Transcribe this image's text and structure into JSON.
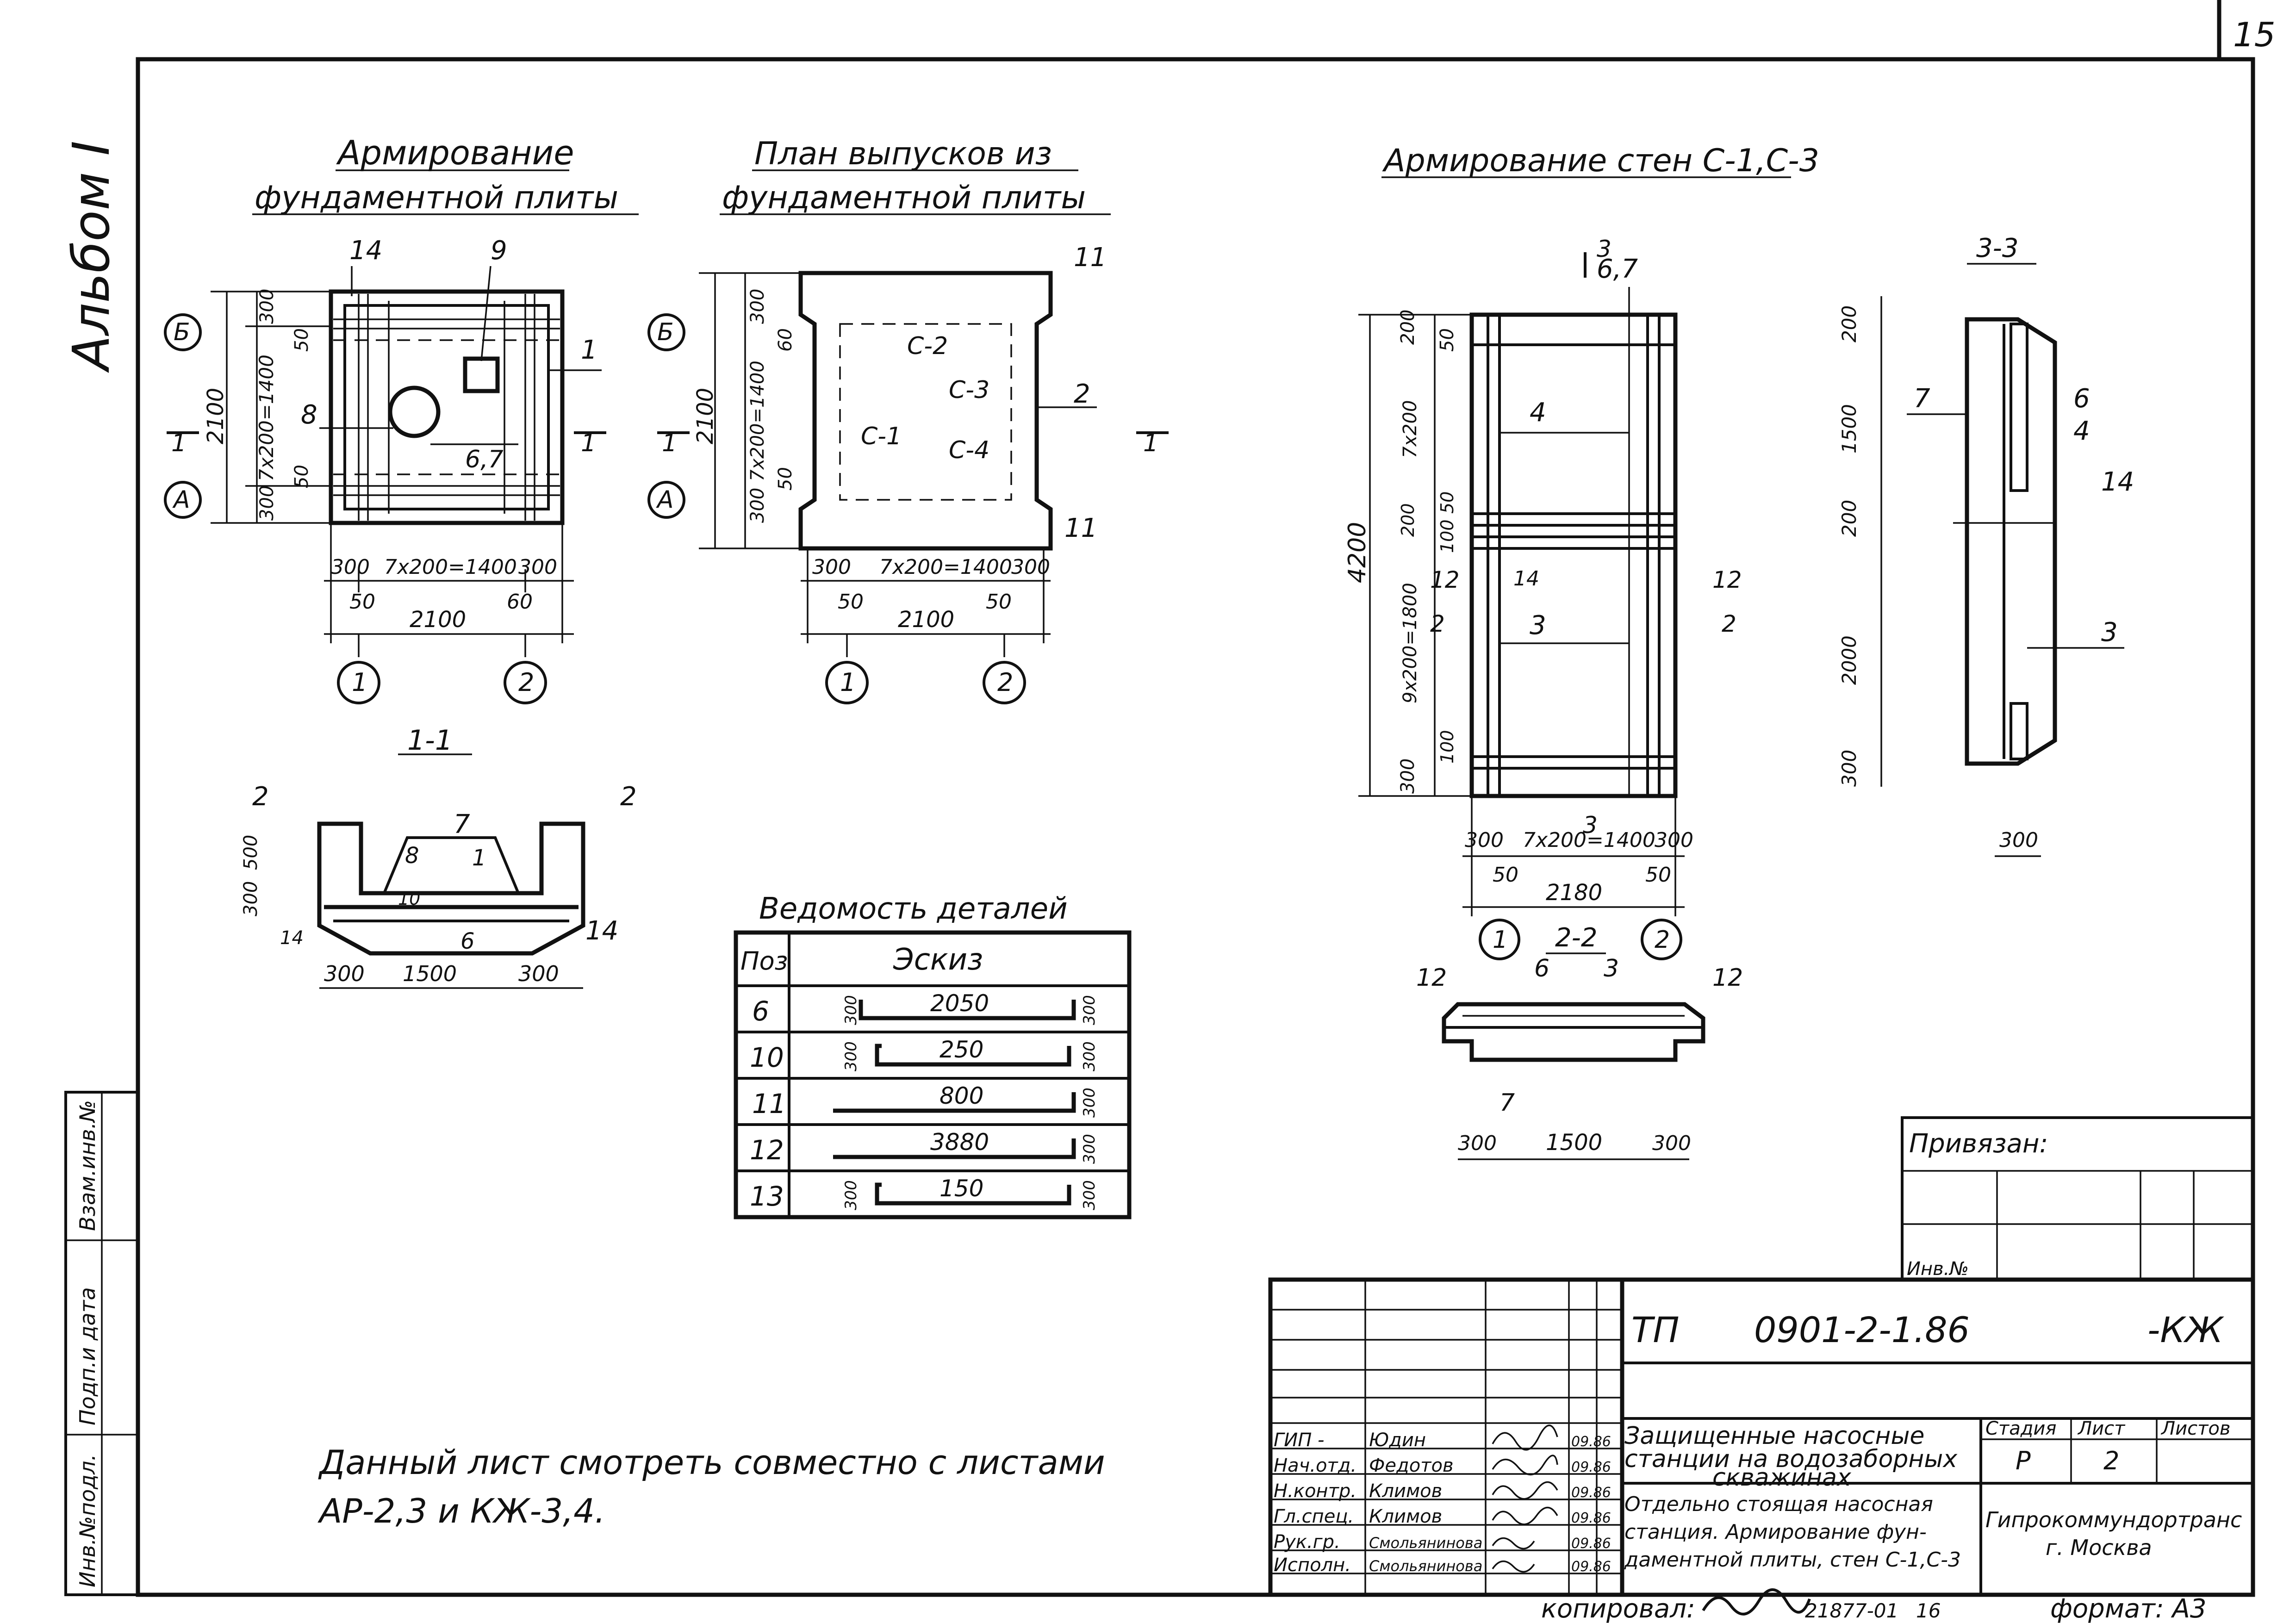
{
  "sheet_number": "15",
  "album": "Альбом I",
  "views": {
    "plate_title_1": "Армирование",
    "plate_title_2": "фундаментной плиты",
    "outlets_title_1": "План выпусков из",
    "outlets_title_2": "фундаментной плиты",
    "walls_title": "Армирование стен С-1,С-3",
    "sec_1_1": "1-1",
    "sec_2_2": "2-2",
    "sec_3_3": "3-3",
    "axis_A": "А",
    "axis_B": "Б",
    "axis_1": "1",
    "axis_2": "2",
    "cut_1": "1",
    "cut_2": "2",
    "cut_3": "3"
  },
  "dims": {
    "d300": "300",
    "d50": "50",
    "d60": "60",
    "d100": "100",
    "d200": "200",
    "d2100": "2100",
    "d2180": "2180",
    "d1500": "1500",
    "d1400": "7x200=1400",
    "d1400v": "7x200=1400",
    "d1400w": "7х200",
    "d1800": "9x200=1800",
    "d4200": "4200",
    "d2000": "2000",
    "d500": "500"
  },
  "marks": {
    "m1": "1",
    "m2": "2",
    "m3": "3",
    "m4": "4",
    "m6": "6",
    "m7": "7",
    "m8": "8",
    "m9": "9",
    "m10": "10",
    "m11": "11",
    "m12": "12",
    "m14": "14",
    "m67": "6,7",
    "c1": "С-1",
    "c2": "С-2",
    "c3": "С-3",
    "c4": "С-4"
  },
  "details_table": {
    "title": "Ведомость деталей",
    "col_pos": "Поз",
    "col_sketch": "Эскиз",
    "rows": [
      {
        "pos": "6",
        "len": "2050",
        "l": "300",
        "r": "300"
      },
      {
        "pos": "10",
        "len": "250",
        "l": "300",
        "r": "300"
      },
      {
        "pos": "11",
        "len": "800",
        "l": "",
        "r": "300"
      },
      {
        "pos": "12",
        "len": "3880",
        "l": "",
        "r": "300"
      },
      {
        "pos": "13",
        "len": "150",
        "l": "300",
        "r": "300"
      }
    ]
  },
  "note": {
    "line1": "Данный лист смотреть совместно с листами",
    "line2": "АР-2,3 и КЖ-3,4."
  },
  "privyazan": {
    "label": "Привязан:",
    "inv": "Инв.№"
  },
  "stamp": {
    "code_tp": "ТП",
    "code": "0901-2-1.86",
    "code_suffix": "-КЖ",
    "project_1": "Защищенные насосные",
    "project_2": "станции на водозаборных",
    "project_3": "скважинах",
    "sheet_1": "Отдельно стоящая насосная",
    "sheet_2": "станция. Армирование фун-",
    "sheet_3": "даментной плиты, стен С-1,С-3",
    "stage_h": "Стадия",
    "list_h": "Лист",
    "lists_h": "Листов",
    "stage": "Р",
    "list": "2",
    "org_1": "Гипрокоммундортранс",
    "org_2": "г. Москва",
    "people": [
      {
        "role": "ГИП -",
        "name": "Юдин",
        "date": "09.86"
      },
      {
        "role": "Нач.отд.",
        "name": "Федотов",
        "date": "09.86"
      },
      {
        "role": "Н.контр.",
        "name": "Климов",
        "date": "09.86"
      },
      {
        "role": "Гл.спец.",
        "name": "Климов",
        "date": "09.86"
      },
      {
        "role": "Рук.гр.",
        "name": "Смольянинова",
        "date": "09.86"
      },
      {
        "role": "Исполн.",
        "name": "Смольянинова",
        "date": "09.86"
      }
    ]
  },
  "side_stamp": {
    "inv_podl": "Инв.№подл.",
    "podp_data": "Подп.и дата",
    "vzam_inv": "Взам.инв.№"
  },
  "footer": {
    "copied": "копировал:",
    "copy_no": "21877-01",
    "copy_sheet": "16",
    "format": "формат: А3"
  }
}
